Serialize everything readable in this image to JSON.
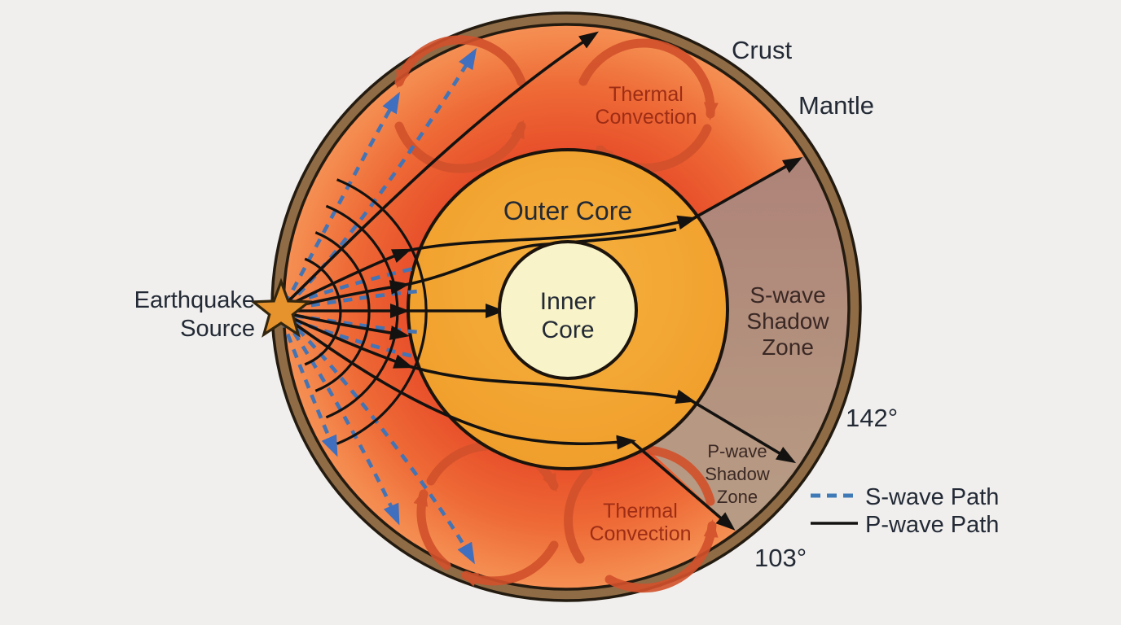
{
  "labels": {
    "crust": "Crust",
    "mantle": "Mantle",
    "outer_core": "Outer Core",
    "inner_core_1": "Inner",
    "inner_core_2": "Core",
    "source_1": "Earthquake",
    "source_2": "Source"
  },
  "zones": {
    "s_wave": {
      "line1": "S-wave",
      "line2": "Shadow",
      "line3": "Zone"
    },
    "p_wave": {
      "line1": "P-wave",
      "line2": "Shadow",
      "line3": "Zone"
    }
  },
  "convection": {
    "top": {
      "line1": "Thermal",
      "line2": "Convection"
    },
    "bottom": {
      "line1": "Thermal",
      "line2": "Convection"
    }
  },
  "angles": {
    "upper": "142°",
    "lower": "103°"
  },
  "legend": {
    "s_wave": "S-wave Path",
    "p_wave": "P-wave Path"
  },
  "colors": {
    "background": "#f0efee",
    "crust_ring": "#8f6c46",
    "mantle_inner": "#e8502b",
    "mantle_outer": "#f58f54",
    "outer_core": "#f3a432",
    "inner_core": "#f8f3c8",
    "s_wave_shadow_zone": "#b18d7d",
    "p_wave_shadow_zone": "#b89b85",
    "s_wave_path": "#4474b4",
    "p_wave_path": "#141210",
    "convection_arrow": "#d2512b",
    "earthquake_star": "#e6932e"
  }
}
